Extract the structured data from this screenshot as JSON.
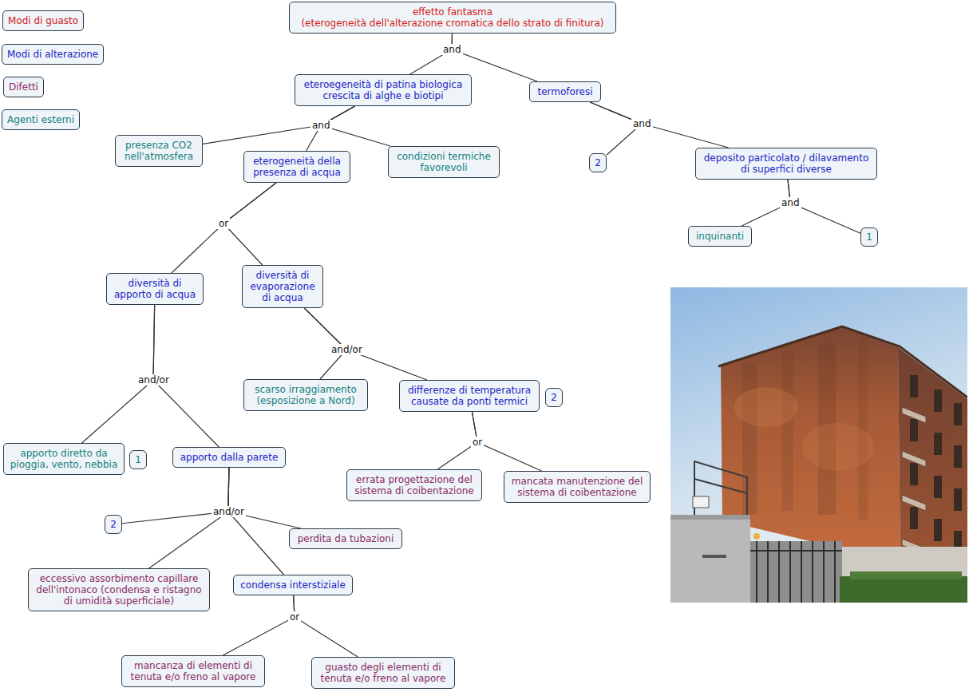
{
  "diagram": {
    "nodes": [
      {
        "text": [
          "effetto fantasma",
          "(eterogeneità dell'alterazione cromatica dello strato di finitura)"
        ]
      },
      {
        "text": [
          "eteroegeneità di patina biologica crescita di alghe e biotipi"
        ]
      },
      {
        "text": [
          "termoforesi"
        ]
      },
      {
        "text": [
          "presenza CO2 nell'atmosfera"
        ]
      },
      {
        "text": [
          "eterogeneità della presenza di acqua"
        ]
      },
      {
        "text": [
          "condizioni termiche favorevoli"
        ]
      },
      {
        "text": [
          "2"
        ]
      },
      {
        "text": [
          "deposito particolato / dilavamento di superfici diverse"
        ]
      },
      {
        "text": [
          "inquinanti"
        ]
      },
      {
        "text": [
          "1"
        ]
      },
      {
        "text": [
          "diversità di apporto di acqua"
        ]
      },
      {
        "text": [
          "diversità di evaporazione di acqua"
        ]
      },
      {
        "text": [
          "scarso irraggiamento (esposizione a Nord)"
        ]
      },
      {
        "text": [
          "differenze di temperatura causate da ponti termici"
        ]
      },
      {
        "text": [
          "2"
        ]
      },
      {
        "text": [
          "apporto diretto da pioggia, vento, nebbia"
        ]
      },
      {
        "text": [
          "1"
        ]
      },
      {
        "text": [
          "apporto dalla parete"
        ]
      },
      {
        "text": [
          "errata progettazione del sistema di coibentazione"
        ]
      },
      {
        "text": [
          "mancata manutenzione del sistema di coibentazione"
        ]
      },
      {
        "text": [
          "2"
        ]
      },
      {
        "text": [
          "perdita da tubazioni"
        ]
      },
      {
        "text": [
          "eccessivo assorbimento capillare dell'intonaco (condensa e ristagno di umidità superficiale)"
        ]
      },
      {
        "text": [
          "condensa interstiziale"
        ]
      },
      {
        "text": [
          "mancanza di elementi di tenuta e/o freno al vapore"
        ]
      },
      {
        "text": [
          "guasto degli elementi di tenuta e/o freno al vapore"
        ]
      }
    ],
    "edges": [
      {
        "from": 0,
        "to": 1,
        "arrow": "none"
      },
      {
        "from": 0,
        "to": 2,
        "arrow": "none"
      },
      {
        "from": 1,
        "to": 3,
        "arrow": "none"
      },
      {
        "from": 1,
        "to": 4,
        "arrow": "none"
      },
      {
        "from": 1,
        "to": 5,
        "arrow": "none"
      },
      {
        "from": 2,
        "to": 6,
        "arrow": "none"
      },
      {
        "from": 2,
        "to": 7,
        "arrow": "none"
      },
      {
        "from": 7,
        "to": 8,
        "arrow": "none"
      },
      {
        "from": 7,
        "to": 9,
        "arrow": "none"
      },
      {
        "from": 4,
        "to": 10,
        "arrow": "none"
      },
      {
        "from": 4,
        "to": 11,
        "arrow": "none"
      },
      {
        "from": 10,
        "to": 15,
        "arrow": "none"
      },
      {
        "from": 10,
        "to": 17,
        "arrow": "none"
      },
      {
        "from": 11,
        "to": 12,
        "arrow": "none"
      },
      {
        "from": 11,
        "to": 13,
        "arrow": "none"
      },
      {
        "from": 13,
        "to": 18,
        "arrow": "none"
      },
      {
        "from": 13,
        "to": 19,
        "arrow": "none"
      },
      {
        "from": 17,
        "to": 20,
        "arrow": "none"
      },
      {
        "from": 17,
        "to": 21,
        "arrow": "none"
      },
      {
        "from": 17,
        "to": 22,
        "arrow": "none"
      },
      {
        "from": 17,
        "to": 23,
        "arrow": "none"
      },
      {
        "from": 23,
        "to": 24,
        "arrow": "none"
      },
      {
        "from": 23,
        "to": 25,
        "arrow": "none"
      }
    ],
    "labels": [
      "and",
      "and",
      "and",
      "and",
      "or",
      "and/or",
      "and/or",
      "or",
      "and/or",
      "or"
    ],
    "legend": [
      {
        "text": "Modi di guasto",
        "color": "#d42020"
      },
      {
        "text": "Modi di alterazione",
        "color": "#2323c8"
      },
      {
        "text": "Difetti",
        "color": "#8c2a66"
      },
      {
        "text": "Agenti esterni",
        "color": "#157f7f"
      }
    ]
  }
}
